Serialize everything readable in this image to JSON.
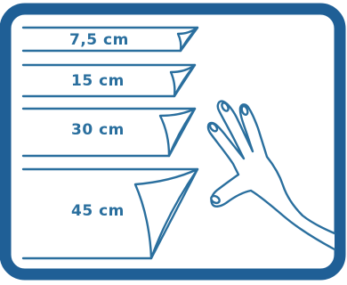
{
  "colors": {
    "frame": "#1f5f96",
    "ink": "#2a6f9e",
    "fill": "#ffffff"
  },
  "sheets": [
    {
      "id": "sheet-7-5",
      "label": "7,5 cm"
    },
    {
      "id": "sheet-15",
      "label": "15 cm"
    },
    {
      "id": "sheet-30",
      "label": "30 cm"
    },
    {
      "id": "sheet-45",
      "label": "45 cm"
    }
  ],
  "icons": {
    "hand": "hand-icon",
    "curl": "curled-corner-icon"
  }
}
